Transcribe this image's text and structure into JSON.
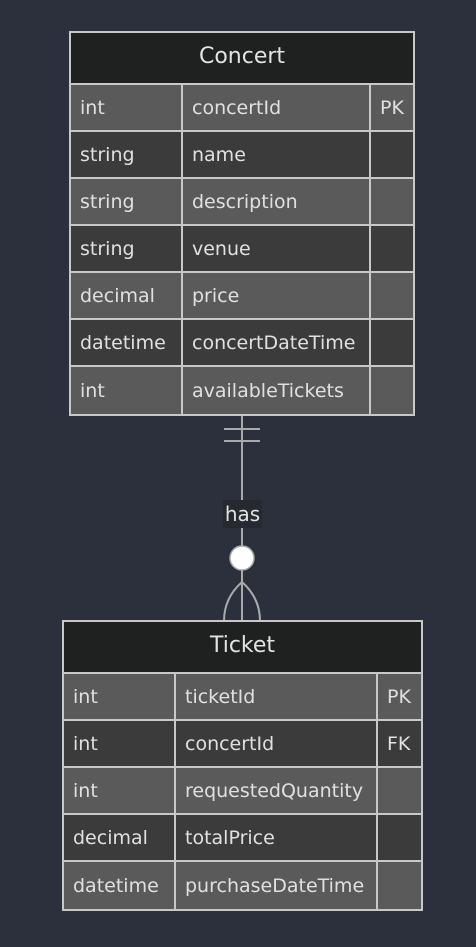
{
  "entities": {
    "concert": {
      "title": "Concert",
      "attributes": [
        {
          "type": "int",
          "name": "concertId",
          "key": "PK"
        },
        {
          "type": "string",
          "name": "name",
          "key": ""
        },
        {
          "type": "string",
          "name": "description",
          "key": ""
        },
        {
          "type": "string",
          "name": "venue",
          "key": ""
        },
        {
          "type": "decimal",
          "name": "price",
          "key": ""
        },
        {
          "type": "datetime",
          "name": "concertDateTime",
          "key": ""
        },
        {
          "type": "int",
          "name": "availableTickets",
          "key": ""
        }
      ]
    },
    "ticket": {
      "title": "Ticket",
      "attributes": [
        {
          "type": "int",
          "name": "ticketId",
          "key": "PK"
        },
        {
          "type": "int",
          "name": "concertId",
          "key": "FK"
        },
        {
          "type": "int",
          "name": "requestedQuantity",
          "key": ""
        },
        {
          "type": "decimal",
          "name": "totalPrice",
          "key": ""
        },
        {
          "type": "datetime",
          "name": "purchaseDateTime",
          "key": ""
        }
      ]
    }
  },
  "relationship": {
    "label": "has",
    "from": "Concert",
    "to": "Ticket",
    "from_cardinality": "exactly-one",
    "to_cardinality": "zero-or-more"
  },
  "colors": {
    "background": "#2b303c",
    "header": "#1f2020",
    "row_light": "#5a5a5a",
    "row_dark": "#3b3b3b",
    "border": "#c8c8c8",
    "text": "#e0e0e0"
  }
}
